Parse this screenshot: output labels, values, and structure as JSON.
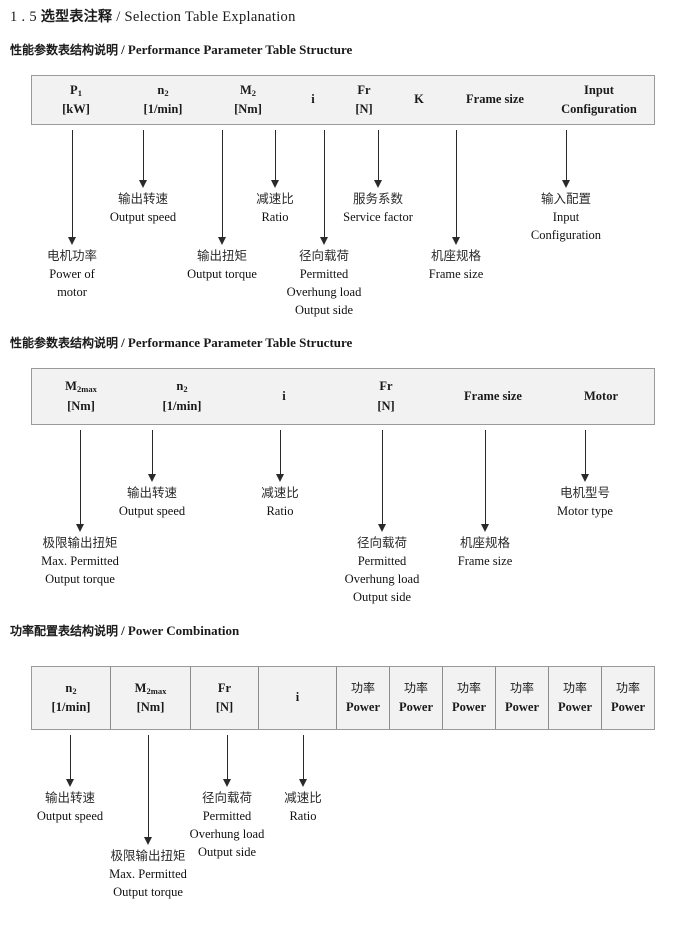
{
  "document": {
    "title_number": "1 . 5",
    "title_cn": "选型表注释",
    "title_sep": "/",
    "title_en": "Selection Table Explanation"
  },
  "sections": [
    {
      "heading_cn": "性能参数表结构说明",
      "heading_sep": "/",
      "heading_en": "Performance Parameter Table Structure",
      "table": {
        "columns": [
          {
            "l1": "P",
            "sub": "1",
            "l2": "[kW]"
          },
          {
            "l1": "n",
            "sub": "2",
            "l2": "[1/min]"
          },
          {
            "l1": "M",
            "sub": "2",
            "l2": "[Nm]"
          },
          {
            "l1": "i",
            "sub": "",
            "l2": ""
          },
          {
            "l1": "Fr",
            "sub": "",
            "l2": "[N]"
          },
          {
            "l1": "K",
            "sub": "",
            "l2": ""
          },
          {
            "l1": "Frame size",
            "sub": "",
            "l2": ""
          },
          {
            "l1": "Input",
            "sub": "",
            "l2": "Configuration"
          }
        ]
      },
      "notes": [
        {
          "cn": "电机功率",
          "en": [
            "Power of",
            "motor"
          ]
        },
        {
          "cn": "输出转速",
          "en": [
            "Output speed"
          ]
        },
        {
          "cn": "输出扭矩",
          "en": [
            "Output torque"
          ]
        },
        {
          "cn": "减速比",
          "en": [
            "Ratio"
          ]
        },
        {
          "cn": "径向载荷",
          "en": [
            "Permitted",
            "Overhung load",
            "Output side"
          ]
        },
        {
          "cn": "服务系数",
          "en": [
            "Service factor"
          ]
        },
        {
          "cn": "机座规格",
          "en": [
            "Frame size"
          ]
        },
        {
          "cn": "输入配置",
          "en": [
            "Input",
            "Configuration"
          ]
        }
      ]
    },
    {
      "heading_cn": "性能参数表结构说明",
      "heading_sep": "/",
      "heading_en": "Performance Parameter Table Structure",
      "table": {
        "columns": [
          {
            "l1": "M",
            "sub": "2max",
            "l2": "[Nm]"
          },
          {
            "l1": "n",
            "sub": "2",
            "l2": "[1/min]"
          },
          {
            "l1": "i",
            "sub": "",
            "l2": ""
          },
          {
            "l1": "Fr",
            "sub": "",
            "l2": "[N]"
          },
          {
            "l1": "Frame size",
            "sub": "",
            "l2": ""
          },
          {
            "l1": "Motor",
            "sub": "",
            "l2": ""
          }
        ]
      },
      "notes": [
        {
          "cn": "极限输出扭矩",
          "en": [
            "Max. Permitted",
            "Output  torque"
          ]
        },
        {
          "cn": "输出转速",
          "en": [
            "Output speed"
          ]
        },
        {
          "cn": "减速比",
          "en": [
            "Ratio"
          ]
        },
        {
          "cn": "径向载荷",
          "en": [
            "Permitted",
            "Overhung load",
            "Output side"
          ]
        },
        {
          "cn": "机座规格",
          "en": [
            "Frame size"
          ]
        },
        {
          "cn": "电机型号",
          "en": [
            "Motor type"
          ]
        }
      ]
    },
    {
      "heading_cn": "功率配置表结构说明",
      "heading_sep": "/",
      "heading_en": "Power Combination",
      "table": {
        "columns": [
          {
            "l1": "n",
            "sub": "2",
            "l2": "[1/min]"
          },
          {
            "l1": "M",
            "sub": "2max",
            "l2": "[Nm]"
          },
          {
            "l1": "Fr",
            "sub": "",
            "l2": "[N]"
          },
          {
            "l1": "i",
            "sub": "",
            "l2": ""
          },
          {
            "cn": "功率",
            "l2": "Power"
          },
          {
            "cn": "功率",
            "l2": "Power"
          },
          {
            "cn": "功率",
            "l2": "Power"
          },
          {
            "cn": "功率",
            "l2": "Power"
          },
          {
            "cn": "功率",
            "l2": "Power"
          },
          {
            "cn": "功率",
            "l2": "Power"
          }
        ]
      },
      "notes": [
        {
          "cn": "输出转速",
          "en": [
            "Output speed"
          ]
        },
        {
          "cn": "极限输出扭矩",
          "en": [
            "Max. Permitted",
            "Output  torque"
          ]
        },
        {
          "cn": "径向载荷",
          "en": [
            "Permitted",
            "Overhung load",
            "Output side"
          ]
        },
        {
          "cn": "减速比",
          "en": [
            "Ratio"
          ]
        }
      ]
    }
  ],
  "colors": {
    "table_fill": "#f2f2f2",
    "table_border": "#9a9a9a",
    "arrow": "#2a2a2a",
    "text": "#1a1a1a"
  }
}
